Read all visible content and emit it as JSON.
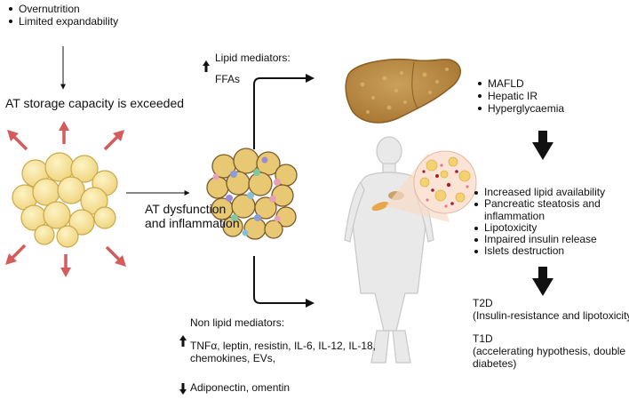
{
  "top_causes": [
    "Overnutrition",
    "Limited expandability"
  ],
  "storage_text": "AT storage capacity is exceeded",
  "dysfunction_text": [
    "AT dysfunction",
    "and inflammation"
  ],
  "lipid": {
    "title": "Lipid mediators:",
    "ffas": "FFAs",
    "ffas_direction": "up"
  },
  "liver_effects": [
    "MAFLD",
    "Hepatic IR",
    "Hyperglycaemia"
  ],
  "pancreas_effects": [
    "Increased lipid availability",
    "Pancreatic steatosis and",
    "inflammation",
    "Lipotoxicity",
    "Impaired insulin release",
    "Islets destruction"
  ],
  "non_lipid": {
    "title": "Non lipid mediators:",
    "up_lines": [
      "TNFα, leptin, resistin, IL-6, IL-12, IL-18,",
      "chemokines, EVs,"
    ],
    "down_line": "Adiponectin, omentin"
  },
  "outcomes": {
    "t2d": "T2D",
    "t2d_detail": "(Insulin-resistance and lipotoxicity)",
    "t1d": "T1D",
    "t1d_detail": [
      "(accelerating hypothesis, double",
      "diabetes)"
    ]
  },
  "colors": {
    "fat_cell": "#f7e39a",
    "fat_outline": "#c9a94a",
    "red_arrow": "#d45c5c",
    "liver": "#b8863c",
    "silhouette": "#e9e9e9"
  }
}
